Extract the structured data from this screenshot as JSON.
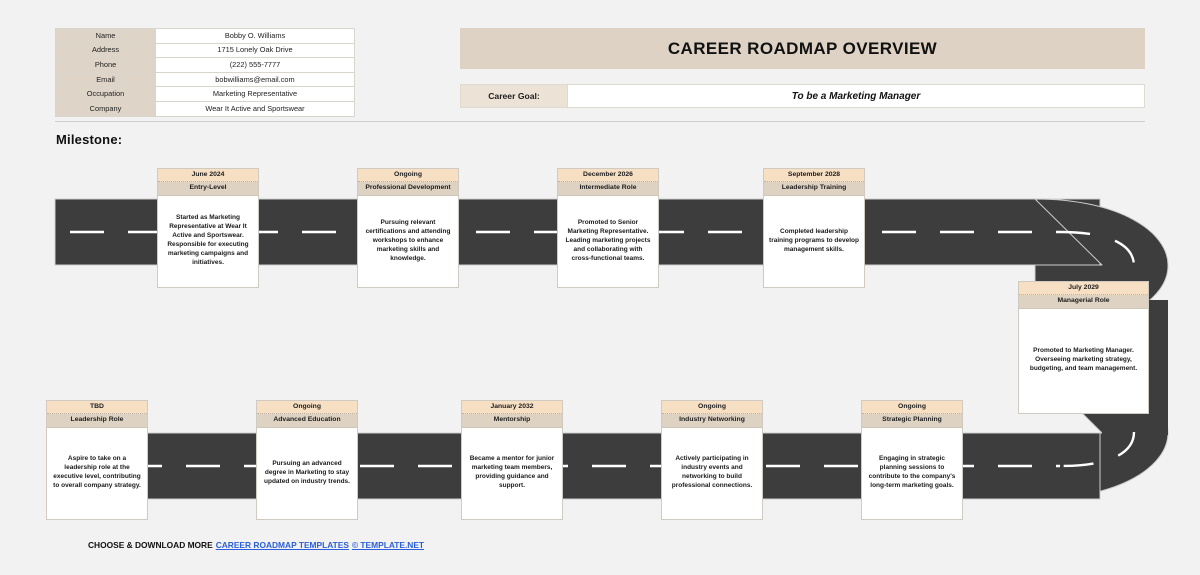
{
  "header": {
    "title": "CAREER ROADMAP OVERVIEW",
    "goal_label": "Career Goal:",
    "goal_value": "To be a Marketing Manager"
  },
  "info": {
    "rows": [
      {
        "label": "Name",
        "value": "Bobby O. Williams"
      },
      {
        "label": "Address",
        "value": "1715 Lonely Oak Drive"
      },
      {
        "label": "Phone",
        "value": "(222) 555-7777"
      },
      {
        "label": "Email",
        "value": "bobwilliams@email.com"
      },
      {
        "label": "Occupation",
        "value": "Marketing Representative"
      },
      {
        "label": "Company",
        "value": "Wear It Active and Sportswear"
      }
    ]
  },
  "milestone_label": "Milestone:",
  "milestones": [
    {
      "date": "June 2024",
      "role": "Entry-Level",
      "description": "Started as Marketing Representative at Wear It Active and Sportswear. Responsible for executing marketing campaigns and initiatives."
    },
    {
      "date": "Ongoing",
      "role": "Professional Development",
      "description": "Pursuing relevant certifications and attending workshops to enhance marketing skills and knowledge."
    },
    {
      "date": "December 2026",
      "role": "Intermediate Role",
      "description": "Promoted to Senior Marketing Representative. Leading marketing projects and collaborating with cross-functional teams."
    },
    {
      "date": "September 2028",
      "role": "Leadership Training",
      "description": "Completed leadership training programs to develop management skills."
    },
    {
      "date": "July 2029",
      "role": "Managerial Role",
      "description": "Promoted to Marketing Manager. Overseeing marketing strategy, budgeting, and team management."
    },
    {
      "date": "TBD",
      "role": "Leadership Role",
      "description": "Aspire to take on a leadership role at the executive level, contributing to overall company strategy."
    },
    {
      "date": "Ongoing",
      "role": "Advanced Education",
      "description": "Pursuing an advanced degree in Marketing to stay updated on industry trends."
    },
    {
      "date": "January 2032",
      "role": "Mentorship",
      "description": "Became a mentor for junior marketing team members, providing guidance and support."
    },
    {
      "date": "Ongoing",
      "role": "Industry Networking",
      "description": "Actively participating in industry events and networking to build professional connections."
    },
    {
      "date": "Ongoing",
      "role": "Strategic Planning",
      "description": "Engaging in strategic planning sessions to contribute to the company's long-term marketing goals."
    }
  ],
  "footer": {
    "prefix": "CHOOSE & DOWNLOAD MORE",
    "link_text": "CAREER ROADMAP TEMPLATES",
    "copyright": "©  TEMPLATE.NET"
  },
  "colors": {
    "page_background": "#f2f2f2",
    "banner": "#ddd2c4",
    "date_band": "#f7dfc4",
    "role_band": "#ded2c2",
    "road": "#3d3d3d",
    "road_marking": "#ffffff",
    "link": "#2b5fd9"
  }
}
